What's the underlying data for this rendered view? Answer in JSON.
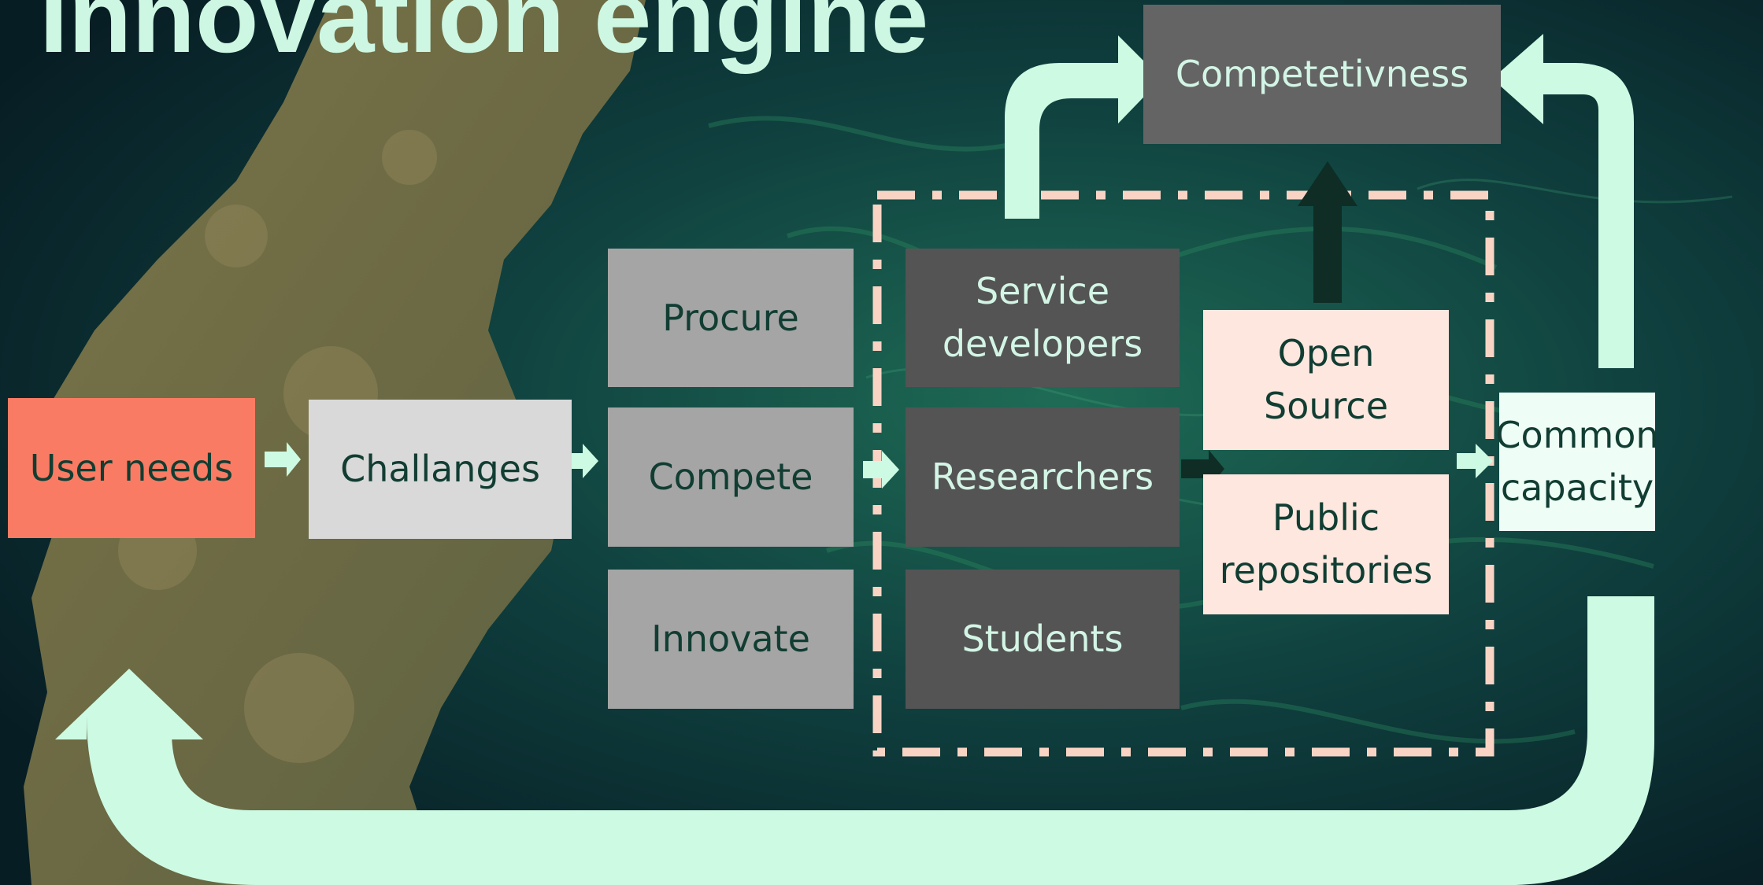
{
  "title": "Innovation engine",
  "boxes": {
    "user_needs": "User needs",
    "challenges": "Challanges",
    "procure": "Procure",
    "compete": "Compete",
    "innovate": "Innovate",
    "service_developers": "Service developers",
    "researchers": "Researchers",
    "students": "Students",
    "open_source": "Open Source",
    "public_repositories": "Public repositories",
    "common_capacity": "Common capacity",
    "competitiveness": "Competetivness"
  },
  "colors": {
    "user_needs_fill": "#fa7b63",
    "challenges_fill": "#d9d9d9",
    "action_fill": "#a5a5a5",
    "actor_fill": "#545454",
    "repository_fill": "#fde7df",
    "common_capacity_fill": "#eefdf5",
    "competitiveness_fill": "#646464",
    "flow_arrow": "#cdfae3",
    "dashed_border": "#f9d4c5",
    "dark_arrow": "#0f2d24"
  }
}
